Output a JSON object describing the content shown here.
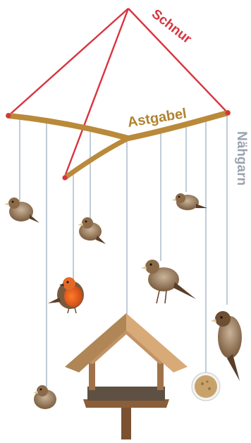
{
  "labels": {
    "string": "Schnur",
    "branch": "Astgabel",
    "thread": "Nähgarn"
  },
  "colors": {
    "string": "#d8343f",
    "branch": "#b98a3a",
    "thread": "#9db1c4",
    "thread_label": "#9aa4b0",
    "branch_label": "#b0832f"
  },
  "figures": [
    {
      "name": "sparrow",
      "count": 6
    },
    {
      "name": "robin",
      "count": 1
    },
    {
      "name": "tit-ball",
      "count": 1
    },
    {
      "name": "bird-feeder",
      "count": 1
    }
  ]
}
